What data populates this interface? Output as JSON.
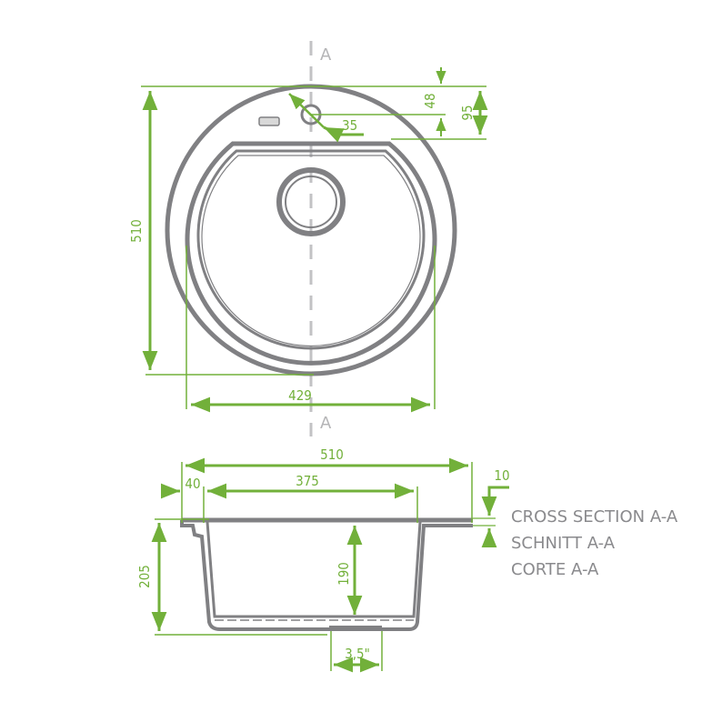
{
  "colors": {
    "outline": "#808083",
    "dimension": "#72b03a",
    "axis": "#c2c2c4",
    "text": "#8a8a8d"
  },
  "section_marker": {
    "top": "A",
    "bottom": "A"
  },
  "top_view": {
    "dims": {
      "height": "510",
      "width_bowl": "429",
      "tap_hole_offset": "48",
      "bowl_offset": "95",
      "tap_hole_radius": "35"
    }
  },
  "cross_section": {
    "dims": {
      "overall_width": "510",
      "rim": "40",
      "bowl_width": "375",
      "thickness": "10",
      "total_depth": "205",
      "bowl_depth": "190",
      "drain": "3,5\""
    },
    "labels": [
      "CROSS SECTION A-A",
      "SCHNITT A-A",
      "CORTE A-A"
    ]
  }
}
